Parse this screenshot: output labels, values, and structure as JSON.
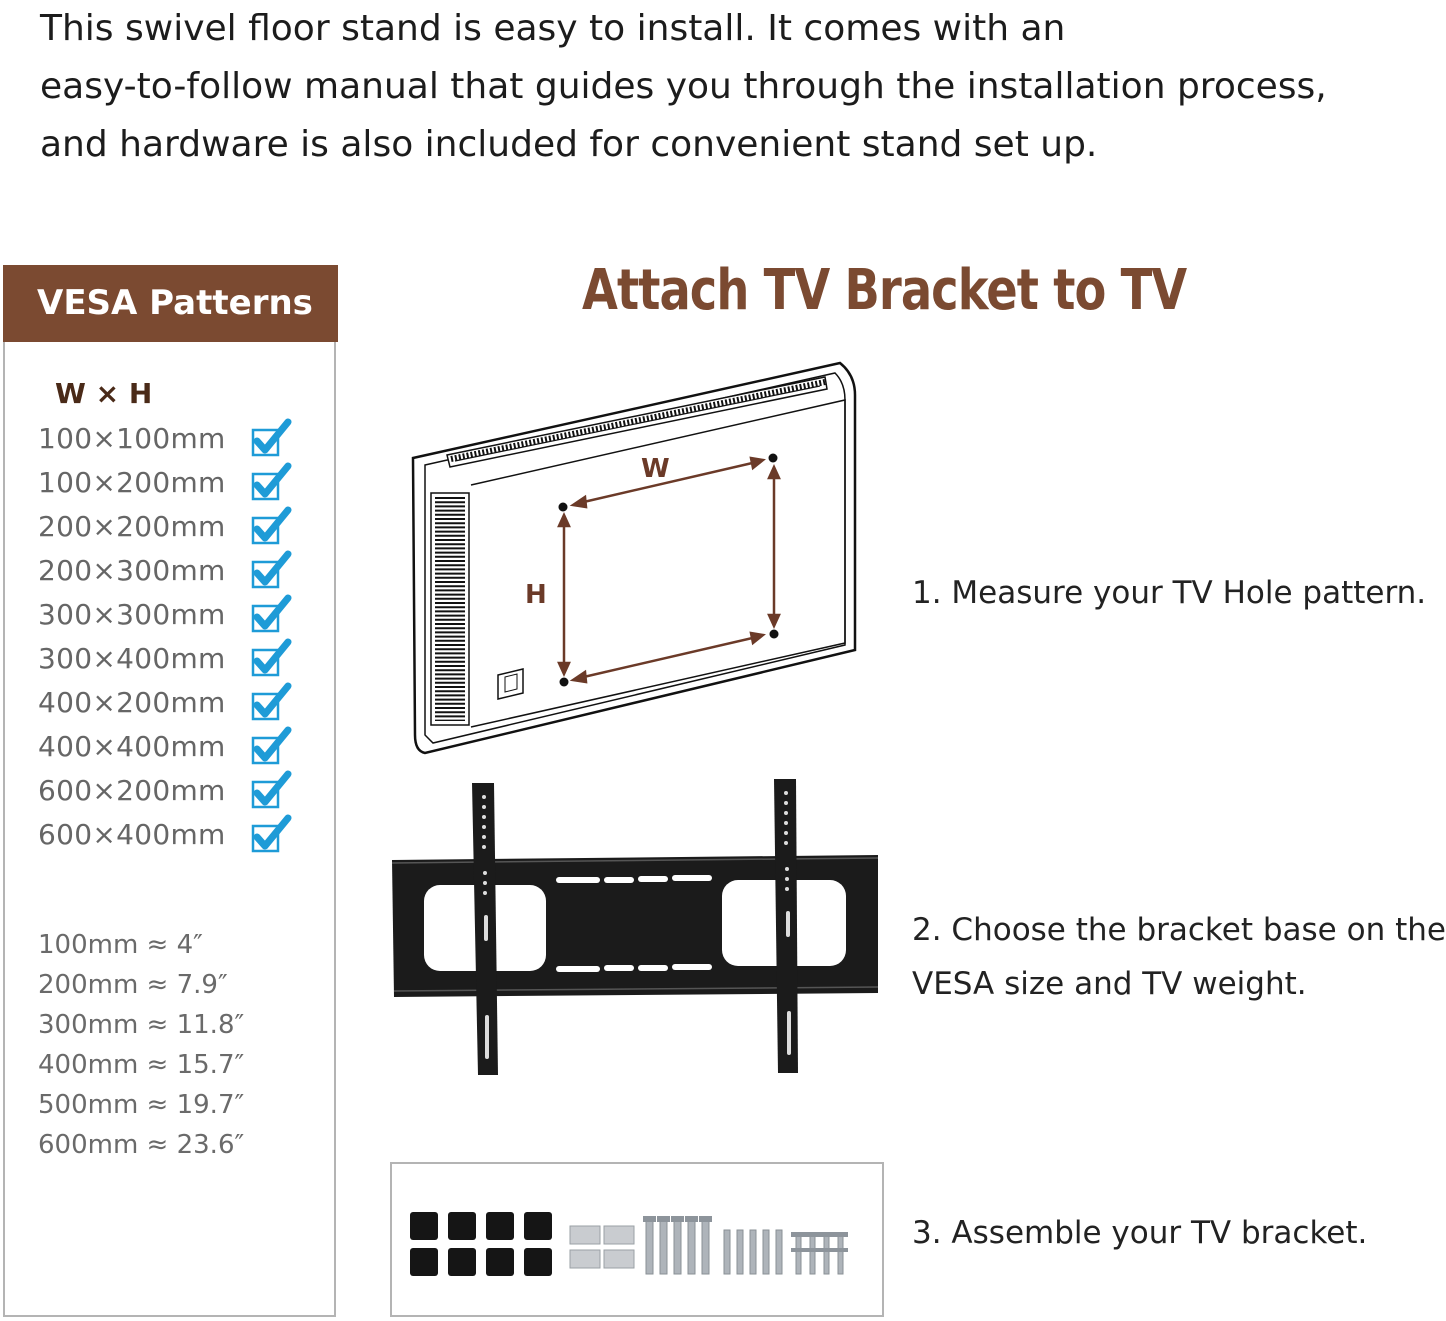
{
  "intro": {
    "lines": [
      "This swivel floor stand is easy to install. It comes with an",
      "easy-to-follow manual that guides you through the installation process,",
      "and hardware is also included for convenient stand set up."
    ]
  },
  "vesa": {
    "title": "VESA Patterns",
    "heading": "W × H",
    "patterns": [
      "100×100mm",
      "100×200mm",
      "200×200mm",
      "200×300mm",
      "300×300mm",
      "300×400mm",
      "400×200mm",
      "400×400mm",
      "600×200mm",
      "600×400mm"
    ],
    "conversions": [
      "100mm ≈ 4″",
      "200mm ≈ 7.9″",
      "300mm ≈ 11.8″",
      "400mm ≈ 15.7″",
      "500mm ≈ 19.7″",
      "600mm ≈ 23.6″"
    ],
    "colors": {
      "header": "#7b4a31",
      "check": "#1e9bd7"
    }
  },
  "main": {
    "title": "Attach TV Bracket to TV",
    "diagram": {
      "w_label": "W",
      "h_label": "H"
    },
    "steps": {
      "step1": [
        "1. Measure your TV Hole pattern."
      ],
      "step2": [
        "2. Choose the bracket base on the",
        "VESA size and TV weight."
      ],
      "step3": [
        "3. Assemble your TV bracket."
      ]
    }
  }
}
